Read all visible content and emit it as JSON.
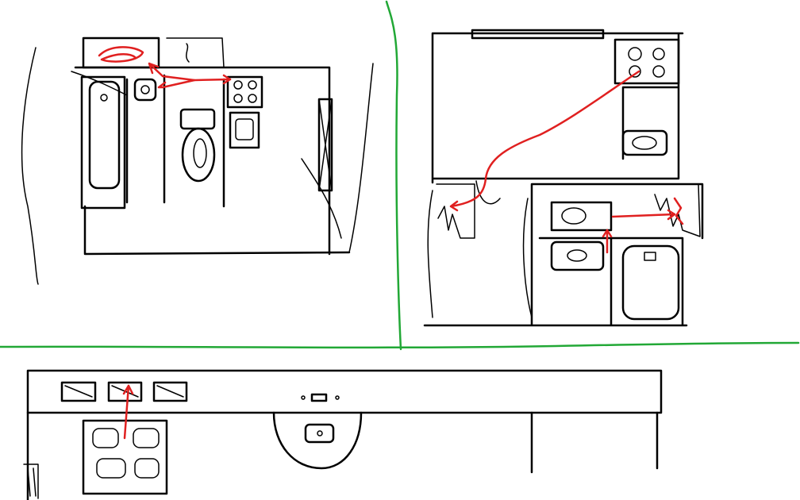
{
  "colors": {
    "background": "#ffffff",
    "ink": "#000000",
    "path_marker": "#e02020",
    "divider": "#22a836"
  },
  "panels": [
    {
      "id": "bathroom-plan-1",
      "icon": "floorplan-icon"
    },
    {
      "id": "bathroom-plan-2",
      "icon": "floorplan-icon"
    },
    {
      "id": "wall-elevation",
      "icon": "elevation-icon"
    }
  ]
}
